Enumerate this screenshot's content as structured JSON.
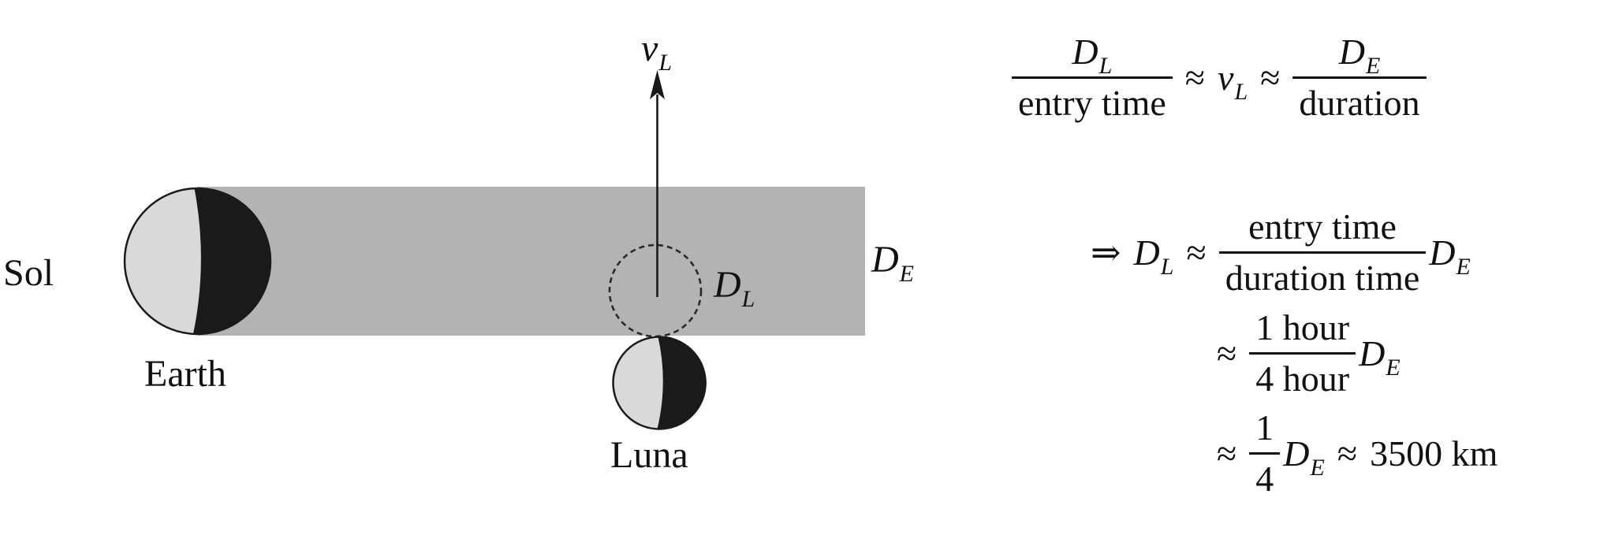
{
  "diagram": {
    "sol_label": "Sol",
    "earth_label": "Earth",
    "luna_label": "Luna",
    "velocity_label": {
      "base": "v",
      "sub": "L"
    },
    "moon_diameter_label": {
      "base": "D",
      "sub": "L"
    },
    "earth_diameter_label": {
      "base": "D",
      "sub": "E"
    },
    "colors": {
      "background": "#ffffff",
      "shadow_band": "#b3b3b3",
      "lit_side": "#d9d9d9",
      "dark_side": "#1a1a1a",
      "outline": "#1a1a1a",
      "dashed_circle": "#2a2a2a"
    }
  },
  "equations": {
    "line1": {
      "frac1_num_base": "D",
      "frac1_num_sub": "L",
      "frac1_den": "entry time",
      "approx1": "≈",
      "v_base": "v",
      "v_sub": "L",
      "approx2": "≈",
      "frac2_num_base": "D",
      "frac2_num_sub": "E",
      "frac2_den": "duration"
    },
    "line2": {
      "implies": "⇒",
      "lhs_base": "D",
      "lhs_sub": "L",
      "approx": "≈",
      "frac_num": "entry time",
      "frac_den": "duration time",
      "rhs_base": "D",
      "rhs_sub": "E"
    },
    "line3": {
      "approx": "≈",
      "frac_num": "1 hour",
      "frac_den": "4 hour",
      "rhs_base": "D",
      "rhs_sub": "E"
    },
    "line4": {
      "approx1": "≈",
      "frac_num": "1",
      "frac_den": "4",
      "rhs_base": "D",
      "rhs_sub": "E",
      "approx2": "≈",
      "result": "3500 km"
    }
  }
}
